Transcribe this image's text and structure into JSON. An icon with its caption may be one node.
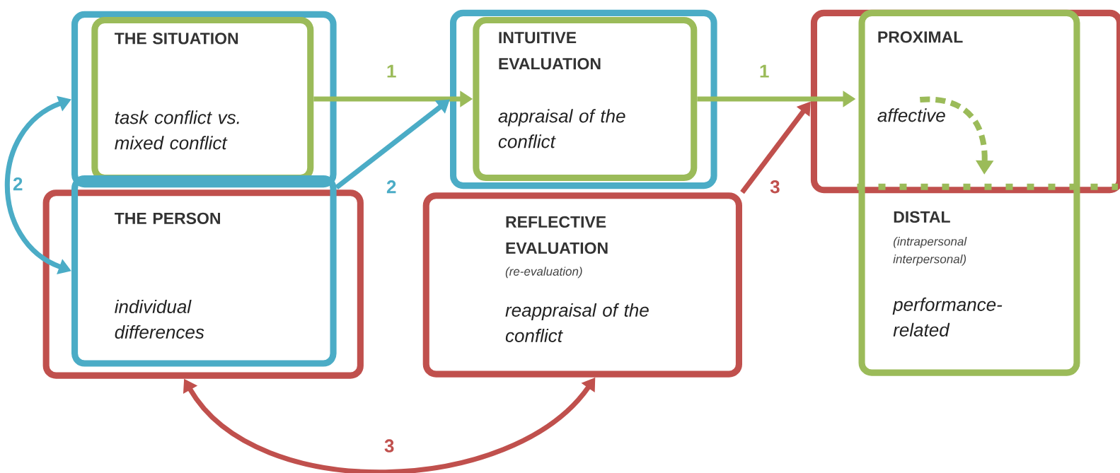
{
  "diagram": {
    "nodes": [
      {
        "text": [],
        "shape": "box"
      },
      {
        "text": [
          "THE SITUATION",
          "task conflict vs. mixed conflict"
        ],
        "in": 0
      },
      {
        "text": [],
        "shape": "box"
      },
      {
        "text": [
          "THE PERSON",
          "individual differences"
        ],
        "in": 2
      },
      {
        "text": [],
        "shape": "box"
      },
      {
        "text": [
          "INTUITIVE EVALUATION",
          "appraisal of the conflict"
        ],
        "in": 4
      },
      {
        "text": [
          "REFLECTIVE EVALUATION",
          "(re-evaluation)",
          "reappraisal of the conflict"
        ]
      },
      {
        "text": [
          "PROXIMAL",
          "affective"
        ]
      },
      {
        "text": [
          "DISTAL",
          "(intrapersonal interpersonal)",
          "performance-related"
        ]
      }
    ],
    "edges": [
      {
        "from": 1,
        "to": 5,
        "arrow": "to",
        "label": "1",
        "color": "#9bbb59"
      },
      {
        "from": 5,
        "to": 7,
        "arrow": "to",
        "label": "1",
        "color": "#9bbb59"
      },
      {
        "from": 0,
        "to": 4,
        "arrow": "to",
        "label": "2",
        "color": "#4bacc6"
      },
      {
        "from": 0,
        "to": 3,
        "arrow": "both",
        "label": "2",
        "color": "#4bacc6"
      },
      {
        "from": 6,
        "to": 7,
        "arrow": "to",
        "label": "3",
        "color": "#c0504d"
      },
      {
        "from": 2,
        "to": 6,
        "arrow": "both",
        "label": "3",
        "color": "#c0504d"
      }
    ]
  }
}
